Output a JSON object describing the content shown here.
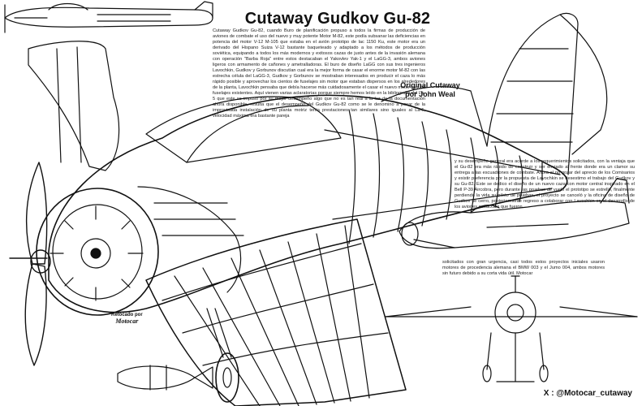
{
  "title": "Cutaway Gudkov Gu-82",
  "credit": {
    "line1": "Original Cutaway",
    "line2": "por John Weal"
  },
  "retouch": {
    "line1": "Retocado por",
    "signature": "Motocar"
  },
  "social_handle": "X : @Motocar_cutaway",
  "text_blocks": {
    "intro": "Cutaway Gudkov Gu-82, cuando Buro de planificación propuso a todos la firmas de producción de aviones de combate el uso del nuevo y muy potente Motor M-82, este podía subsanar las deficiencias en potencia del motor V-12 M-105 que estaba en el avión prototipo de lac 1150 Ku, este motor era un derivado del Hispano Suiza V-12 bastante baqueteado y adaptado a los métodos de producción soviética, equipando a todos los más modernos y exitosos cazas de justo antes de la invasión alemana con operación \"Barba Roja\" entre estos destacaban el Yakovlev Yak-1 y el LaGG-3, ambos aviones ligeros con armamento de cañones y ametralladoras. El buro de diseño LaGG con sus tres ingenieros Lavochkin, Gudkov y Gorbunov discutían cual era la mejor forma de casar el enorme motor M-82 con las estrecha célula del LaGG-3, Gudkov y Gorbunov se mostraban interesados en producir el caza lo más rápido posible y aprovechar los cientos de fuselajes sin motor que estaban dispersos en los alrededores de la planta, Lavochkin pensaba que debía hacerse más cuidadosamente el casar el nuevo motor con los fuselajes existentes. Aquí vienen varias aclaratorias porque siempre hemos leído en la bibliografía del La-5 que este se impuso por su mejor desempeño algo que no es tan real a la luz de la documentación ahora disponible, resulta que el desempeño del Gudkov Gu-82 como se le denomino a pesar de la improvisada instalación de su planta motriz tenía prestaciones tan similares sino iguales al La-5, velocidad máxima era bastante pareja",
    "middle": "y su desempeño general era acorde a los requerimientos solicitados, con la ventaja que el Gu-82 era más rápido de construir y ser enviado al frente donde era un clamor su entrega a las escuadrones de combate. Ahora al no gozar del aprecio de los Comisarios y existir preferencia por la propuesta de Lavochkin se desestimo el trabajo del Gudkov y su Gu-82. Este se dedico el diseño de un nuevo caza con motor central inspirado en el Bell P-39 Aircobra, pero durante las pruebas de vuelo el prototipo se estrelló, finalmente perdiendo la vida su piloto de pruebas, el proyecto se canceló y la oficina de diseño de Gudkov se cerro, posteriormente regreso a colaborar con Lavochkin en el desarrollo de los aviones a reacción que fueron",
    "bottom": "solicitados con gran urgencia, casi todos estos proyectos iniciales usaron motores de procedencia alemana el BMW 003 y el Jumo 004, ambos motores sin futuro debido a su corta vida útil. Motocar"
  }
}
